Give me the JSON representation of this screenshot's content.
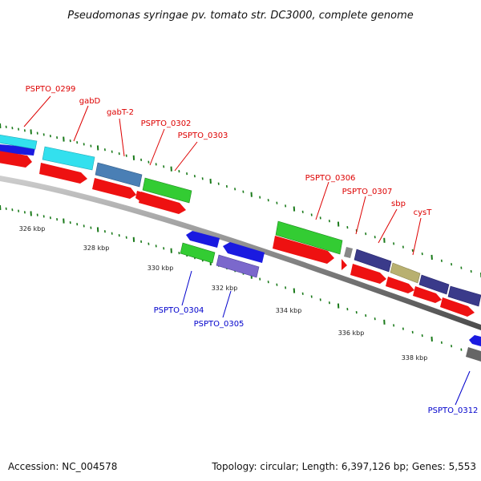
{
  "title": "Pseudomonas syringae pv. tomato str. DC3000, complete genome",
  "footer": {
    "accession": "Accession: NC_004578",
    "topology": "Topology: circular; Length: 6,397,126 bp; Genes: 5,553"
  },
  "scale_labels": [
    "326 kbp",
    "328 kbp",
    "330 kbp",
    "332 kbp",
    "334 kbp",
    "336 kbp",
    "338 kbp"
  ],
  "labels_top": [
    "PSPTO_0299",
    "gabD",
    "gabT-2",
    "PSPTO_0302",
    "PSPTO_0303",
    "PSPTO_0306",
    "PSPTO_0307",
    "sbp",
    "cysT"
  ],
  "labels_bottom": [
    "PSPTO_0304",
    "PSPTO_0305",
    "PSPTO_0312"
  ],
  "colors": {
    "label_top": "#dd0000",
    "label_bottom": "#0000cc",
    "backbone": "#999999",
    "tick": "#1a7a1a"
  }
}
